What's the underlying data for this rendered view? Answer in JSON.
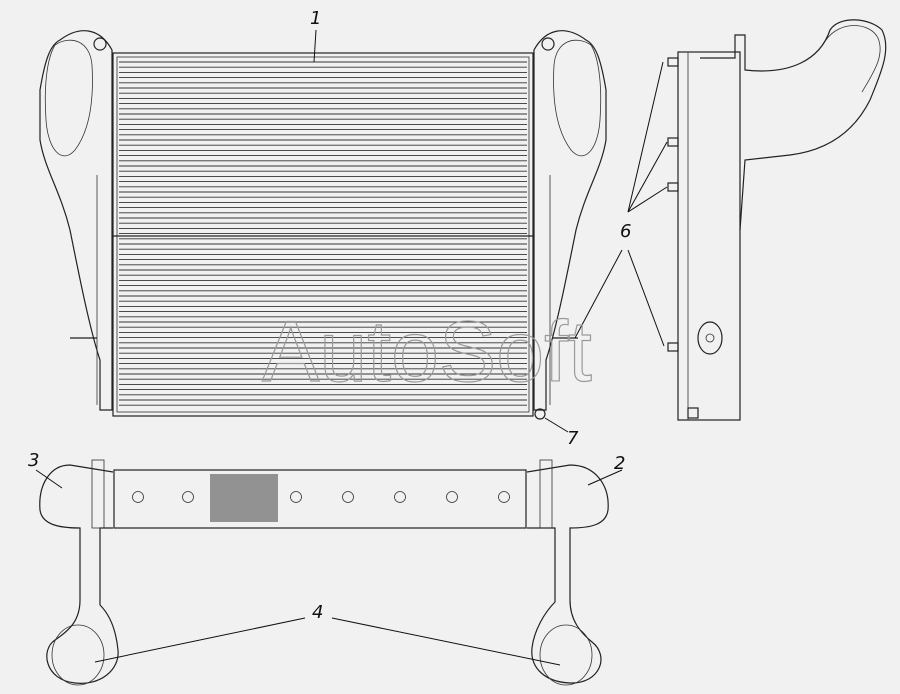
{
  "diagram": {
    "callouts": [
      {
        "id": "callout-1",
        "text": "1"
      },
      {
        "id": "callout-2",
        "text": "2"
      },
      {
        "id": "callout-3",
        "text": "3"
      },
      {
        "id": "callout-4",
        "text": "4"
      },
      {
        "id": "callout-6",
        "text": "6"
      },
      {
        "id": "callout-7",
        "text": "7"
      }
    ],
    "watermark": "AutoSoft",
    "colors": {
      "background": "#f1f1f1",
      "line": "#222222",
      "watermark": "#9a9a9a"
    }
  }
}
